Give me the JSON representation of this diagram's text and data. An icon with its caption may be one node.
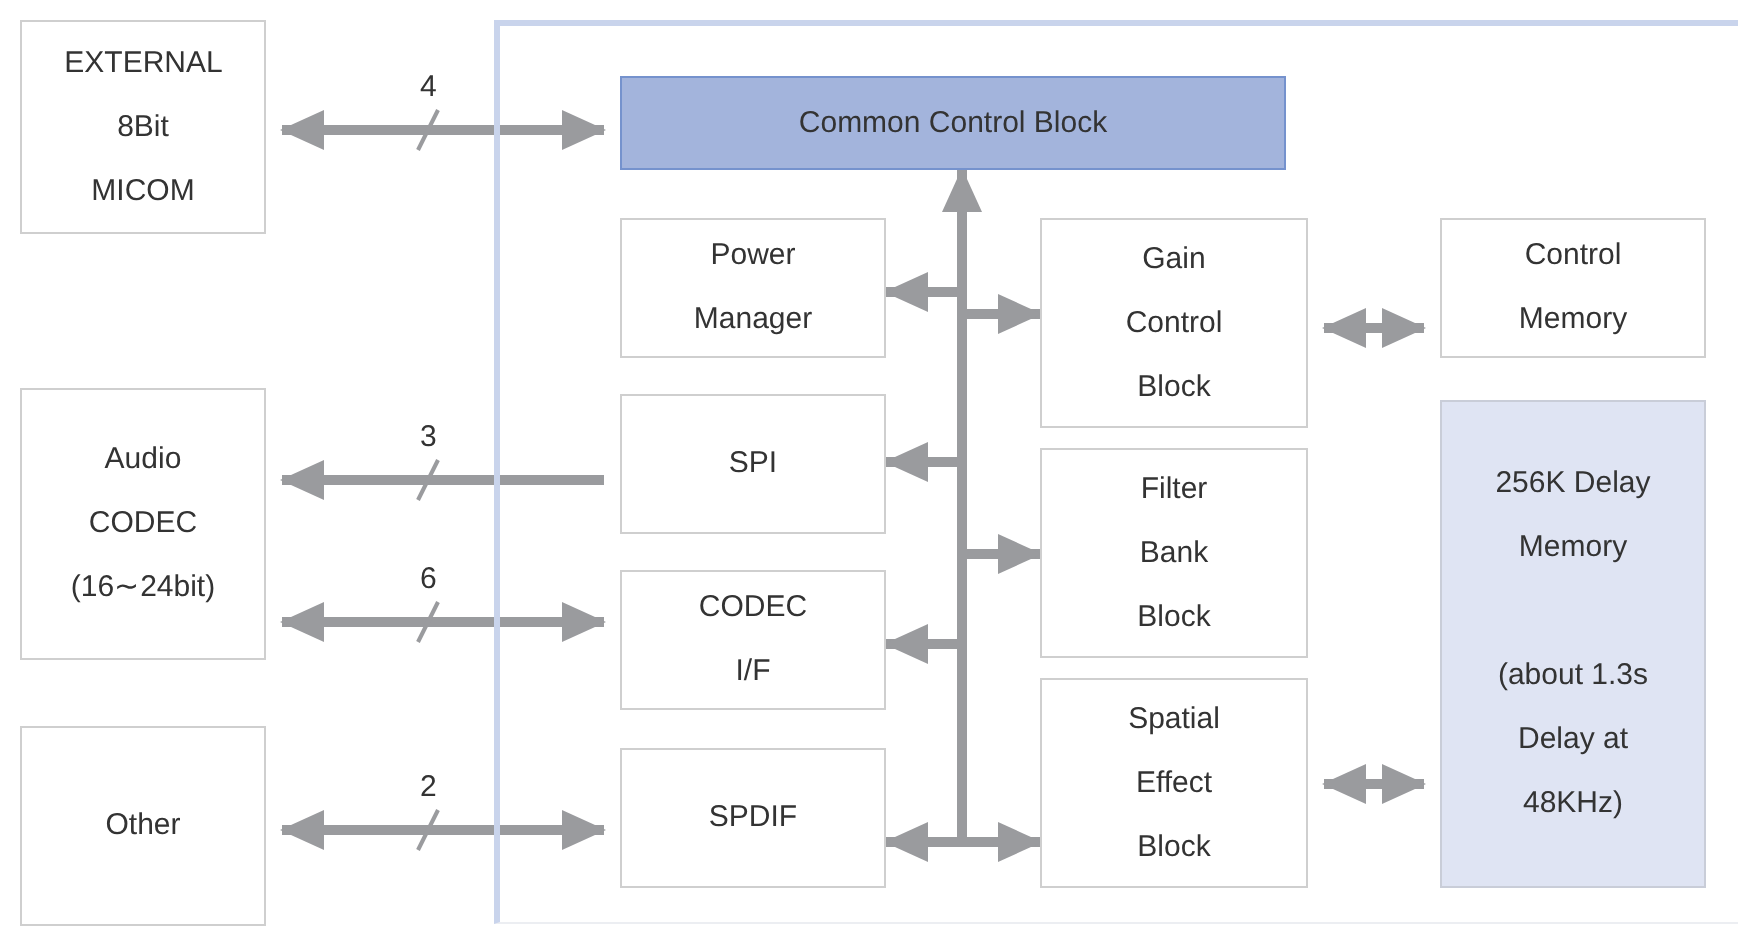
{
  "diagram": {
    "nodes": [
      {
        "text": [
          "EXTERNAL 8Bit MICOM"
        ]
      },
      {
        "text": [
          "Audio CODEC (16∼24bit)"
        ]
      },
      {
        "text": [
          "Other"
        ]
      },
      {
        "text": [],
        "shape": "box"
      },
      {
        "text": [
          "Common Control Block"
        ],
        "in": 3
      },
      {
        "text": [
          "Power Manager"
        ],
        "in": 3
      },
      {
        "text": [
          "SPI"
        ],
        "in": 3
      },
      {
        "text": [
          "CODEC I/F"
        ],
        "in": 3
      },
      {
        "text": [
          "SPDIF"
        ],
        "in": 3
      },
      {
        "text": [
          "Gain Control Block"
        ],
        "in": 3
      },
      {
        "text": [
          "Filter Bank Block"
        ],
        "in": 3
      },
      {
        "text": [
          "Spatial Effect Block"
        ],
        "in": 3
      },
      {
        "text": [
          "Control Memory"
        ],
        "in": 3
      },
      {
        "text": [
          "256K Delay Memory",
          "(about 1.3s Delay at 48KHz)"
        ],
        "in": 3
      }
    ],
    "edges": [
      {
        "from": 0,
        "to": 4,
        "arrow": "both",
        "label": "4"
      },
      {
        "from": 6,
        "to": 1,
        "arrow": "to",
        "label": "3"
      },
      {
        "from": 1,
        "to": 7,
        "arrow": "both",
        "label": "6"
      },
      {
        "from": 2,
        "to": 8,
        "arrow": "both",
        "label": "2"
      },
      {
        "from": 9,
        "to": 12,
        "arrow": "both"
      },
      {
        "from": 11,
        "to": 13,
        "arrow": "both"
      },
      {
        "from": null,
        "to": 4,
        "arrow": "to"
      },
      {
        "from": null,
        "to": 5,
        "arrow": "to"
      },
      {
        "from": null,
        "to": 6,
        "arrow": "to"
      },
      {
        "from": null,
        "to": 7,
        "arrow": "to"
      },
      {
        "from": null,
        "to": 8,
        "arrow": "to"
      },
      {
        "from": null,
        "to": 9,
        "arrow": "to"
      },
      {
        "from": null,
        "to": 10,
        "arrow": "to"
      },
      {
        "from": null,
        "to": 11,
        "arrow": "to"
      }
    ]
  }
}
